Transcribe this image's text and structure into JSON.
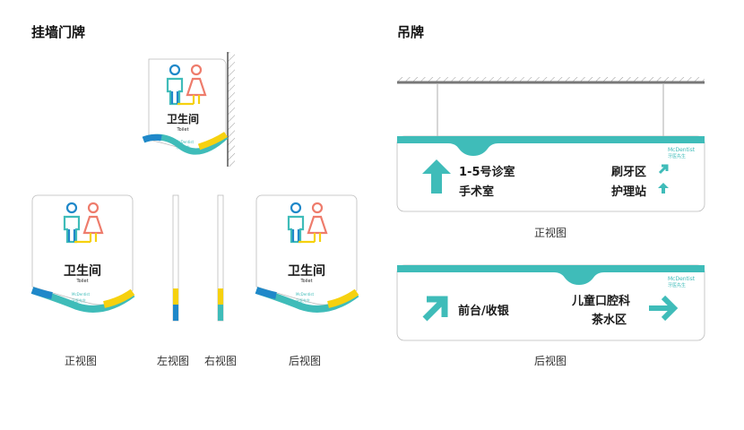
{
  "sections": {
    "wall_sign_title": "挂墙门牌",
    "hanging_sign_title": "吊牌"
  },
  "colors": {
    "teal": "#3fbcb9",
    "blue": "#1f88c9",
    "yellow": "#f6d10f",
    "coral": "#ee7c6c",
    "dark": "#1a1a1a"
  },
  "wall_sign": {
    "room_name": "卫生间",
    "room_name_en": "Toilet",
    "brand_en": "McDentist",
    "brand_cn": "牙医先生"
  },
  "captions": {
    "front_view": "正视图",
    "left_view": "左视图",
    "right_view": "右视图",
    "back_view": "后视图"
  },
  "hanging_front": {
    "brand_en": "McDentist",
    "brand_cn": "牙医先生",
    "left_line1": "1-5号诊室",
    "left_line2": "手术室",
    "right_line1": "刷牙区",
    "right_line2": "护理站",
    "left_arrow_icon": "arrow-up-icon",
    "right_arrow1_icon": "arrow-up-right-icon",
    "right_arrow2_icon": "arrow-up-icon",
    "caption": "正视图"
  },
  "hanging_back": {
    "brand_en": "McDentist",
    "brand_cn": "牙医先生",
    "left_line1": "前台/收银",
    "right_line1": "儿童口腔科",
    "right_line2": "茶水区",
    "left_arrow_icon": "arrow-up-right-icon",
    "right_arrow_icon": "arrow-right-icon",
    "caption": "后视图"
  }
}
